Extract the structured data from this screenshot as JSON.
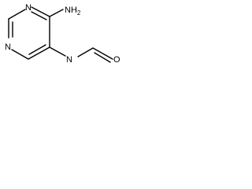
{
  "molecule": {
    "atoms": {
      "amino": "NH2",
      "ring_n1": "N",
      "ring_n3": "N",
      "amide_n": "N",
      "carbonyl_o": "O"
    },
    "colors": {
      "bond": "#000000",
      "label": "#000000",
      "background": "#ffffff"
    }
  }
}
